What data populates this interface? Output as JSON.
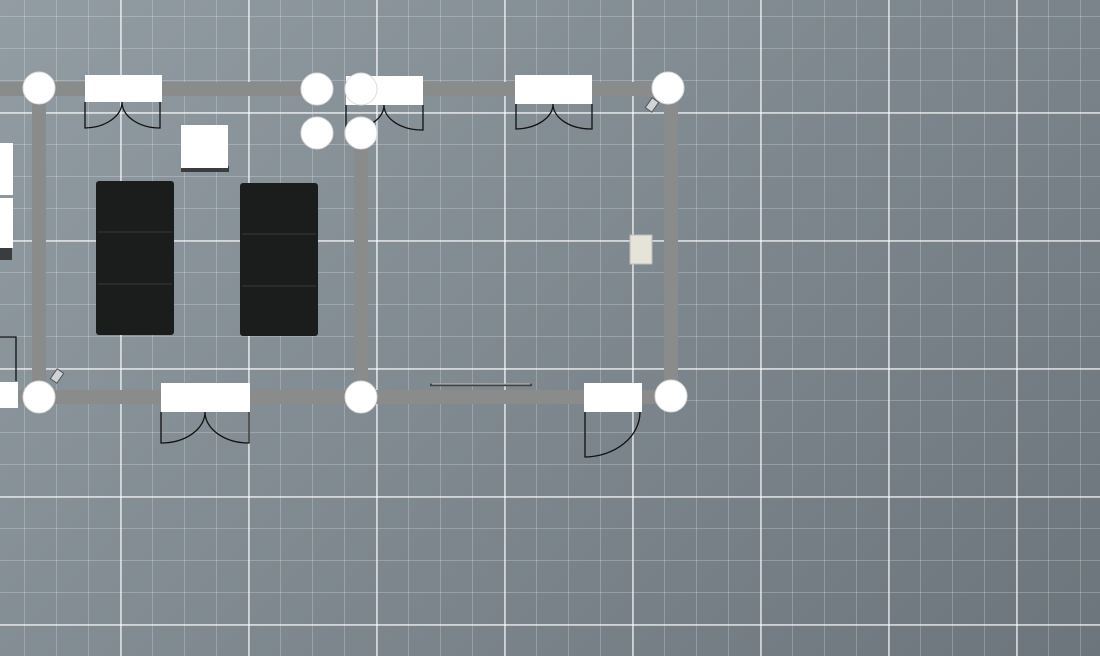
{
  "editor": {
    "canvas": "floor-plan",
    "background_color": "#7b858d",
    "grid_color": "#ffffff",
    "wall_color": "#8a8b8b",
    "node_color": "#ffffff",
    "furniture_color": "#1b1c1c"
  },
  "plan": {
    "rooms": 2,
    "wall_nodes": 9,
    "double_doors": 5,
    "single_doors": 1,
    "dark_furniture": 2,
    "wall_fixtures": 1,
    "markers": 2
  }
}
